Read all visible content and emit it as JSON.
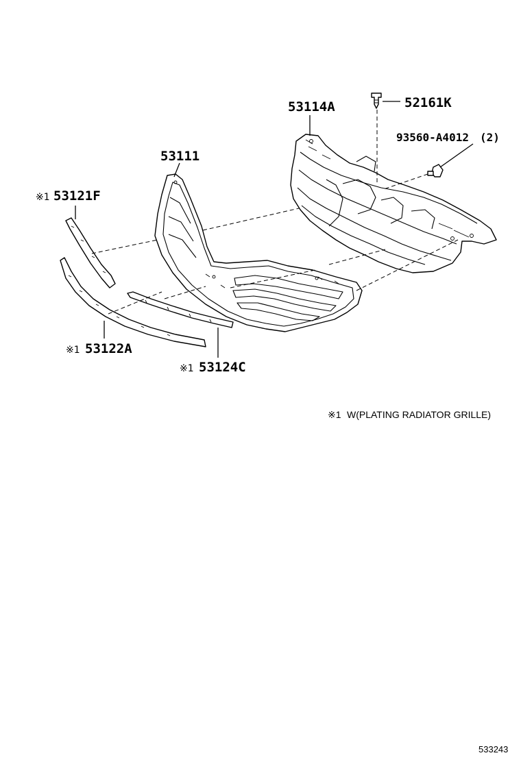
{
  "parts": {
    "p53114a": {
      "number": "53114A"
    },
    "p52161k": {
      "number": "52161K"
    },
    "p93560": {
      "number": "93560-A4012",
      "qty": "(2)"
    },
    "p53111": {
      "number": "53111"
    },
    "p53121f": {
      "mark": "※1",
      "number": "53121F"
    },
    "p53122a": {
      "mark": "※1",
      "number": "53122A"
    },
    "p53124c": {
      "mark": "※1",
      "number": "53124C"
    }
  },
  "note": {
    "mark": "※1",
    "text": "W(PLATING RADIATOR GRILLE)"
  },
  "figure_id": "533243"
}
